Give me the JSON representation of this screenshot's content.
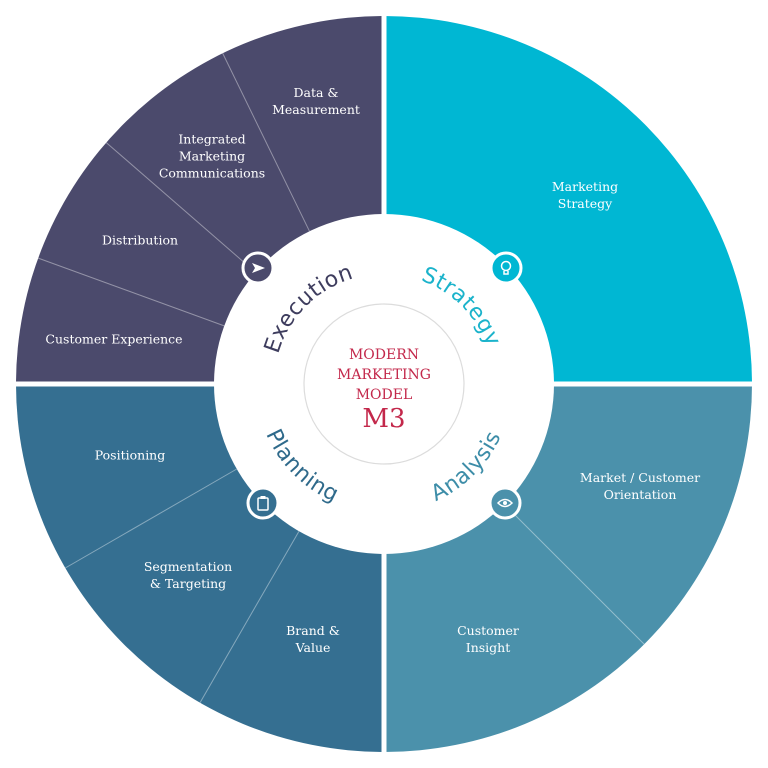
{
  "center": {
    "line1": "MODERN",
    "line2": "MARKETING",
    "line3": "MODEL",
    "acronym": "M3",
    "color": "#c3284b"
  },
  "phases": {
    "execution": {
      "label": "Execution",
      "color": "#4b4a6c",
      "text_color": "#3e3d5e",
      "icon": "send-arrow-icon",
      "segments": [
        "Data &\nMeasurement",
        "Integrated\nMarketing\nCommunications",
        "Distribution",
        "Customer Experience"
      ]
    },
    "strategy": {
      "label": "Strategy",
      "color": "#00b7d3",
      "text_color": "#1bb3cb",
      "icon": "lightbulb-icon",
      "segments": [
        "Marketing\nStrategy"
      ]
    },
    "analysis": {
      "label": "Analysis",
      "color": "#4b91ab",
      "text_color": "#3d8da8",
      "icon": "eye-icon",
      "segments": [
        "Market / Customer\nOrientation",
        "Customer\nInsight"
      ]
    },
    "planning": {
      "label": "Planning",
      "color": "#356f91",
      "text_color": "#2f6a8b",
      "icon": "clipboard-icon",
      "segments": [
        "Positioning",
        "Segmentation\n& Targeting",
        "Brand &\nValue"
      ]
    }
  }
}
